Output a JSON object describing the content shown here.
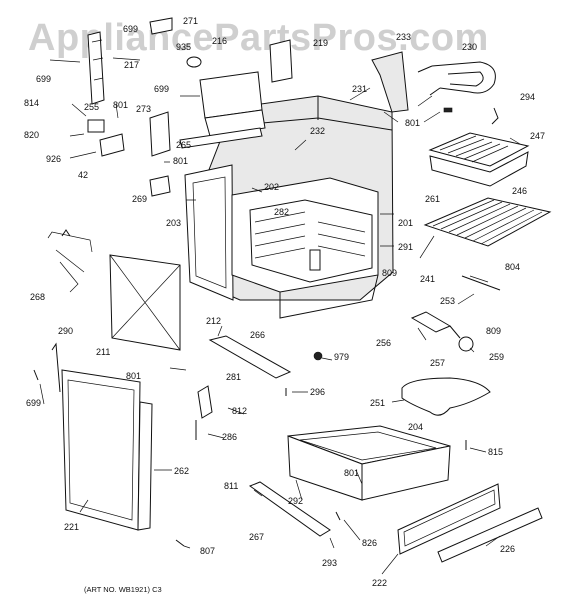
{
  "watermark": "AppliancePartsPros.com",
  "art_number": "(ART NO. WB1921) C3",
  "callouts": [
    {
      "id": "c-699a",
      "text": "699"
    },
    {
      "id": "c-271",
      "text": "271"
    },
    {
      "id": "c-935",
      "text": "935"
    },
    {
      "id": "c-216",
      "text": "216"
    },
    {
      "id": "c-219",
      "text": "219"
    },
    {
      "id": "c-233",
      "text": "233"
    },
    {
      "id": "c-230",
      "text": "230"
    },
    {
      "id": "c-699b",
      "text": "699"
    },
    {
      "id": "c-217",
      "text": "217"
    },
    {
      "id": "c-699c",
      "text": "699"
    },
    {
      "id": "c-231",
      "text": "231"
    },
    {
      "id": "c-294",
      "text": "294"
    },
    {
      "id": "c-814",
      "text": "814"
    },
    {
      "id": "c-255",
      "text": "255"
    },
    {
      "id": "c-801a",
      "text": "801"
    },
    {
      "id": "c-273",
      "text": "273"
    },
    {
      "id": "c-801b",
      "text": "801"
    },
    {
      "id": "c-247",
      "text": "247"
    },
    {
      "id": "c-820",
      "text": "820"
    },
    {
      "id": "c-265",
      "text": "265"
    },
    {
      "id": "c-232",
      "text": "232"
    },
    {
      "id": "c-926",
      "text": "926"
    },
    {
      "id": "c-801c",
      "text": "801"
    },
    {
      "id": "c-42",
      "text": "42"
    },
    {
      "id": "c-246",
      "text": "246"
    },
    {
      "id": "c-202",
      "text": "202"
    },
    {
      "id": "c-269",
      "text": "269"
    },
    {
      "id": "c-261",
      "text": "261"
    },
    {
      "id": "c-282",
      "text": "282"
    },
    {
      "id": "c-201",
      "text": "201"
    },
    {
      "id": "c-203",
      "text": "203"
    },
    {
      "id": "c-291",
      "text": "291"
    },
    {
      "id": "c-809a",
      "text": "809"
    },
    {
      "id": "c-241",
      "text": "241"
    },
    {
      "id": "c-804",
      "text": "804"
    },
    {
      "id": "c-268",
      "text": "268"
    },
    {
      "id": "c-253",
      "text": "253"
    },
    {
      "id": "c-212",
      "text": "212"
    },
    {
      "id": "c-290",
      "text": "290"
    },
    {
      "id": "c-266",
      "text": "266"
    },
    {
      "id": "c-809b",
      "text": "809"
    },
    {
      "id": "c-211",
      "text": "211"
    },
    {
      "id": "c-256",
      "text": "256"
    },
    {
      "id": "c-979",
      "text": "979"
    },
    {
      "id": "c-257",
      "text": "257"
    },
    {
      "id": "c-259",
      "text": "259"
    },
    {
      "id": "c-801d",
      "text": "801"
    },
    {
      "id": "c-699d",
      "text": "699"
    },
    {
      "id": "c-281",
      "text": "281"
    },
    {
      "id": "c-296",
      "text": "296"
    },
    {
      "id": "c-812",
      "text": "812"
    },
    {
      "id": "c-251",
      "text": "251"
    },
    {
      "id": "c-286",
      "text": "286"
    },
    {
      "id": "c-204",
      "text": "204"
    },
    {
      "id": "c-815",
      "text": "815"
    },
    {
      "id": "c-262",
      "text": "262"
    },
    {
      "id": "c-801e",
      "text": "801"
    },
    {
      "id": "c-811",
      "text": "811"
    },
    {
      "id": "c-292",
      "text": "292"
    },
    {
      "id": "c-221",
      "text": "221"
    },
    {
      "id": "c-267",
      "text": "267"
    },
    {
      "id": "c-826",
      "text": "826"
    },
    {
      "id": "c-807",
      "text": "807"
    },
    {
      "id": "c-226",
      "text": "226"
    },
    {
      "id": "c-293",
      "text": "293"
    },
    {
      "id": "c-222",
      "text": "222"
    }
  ]
}
